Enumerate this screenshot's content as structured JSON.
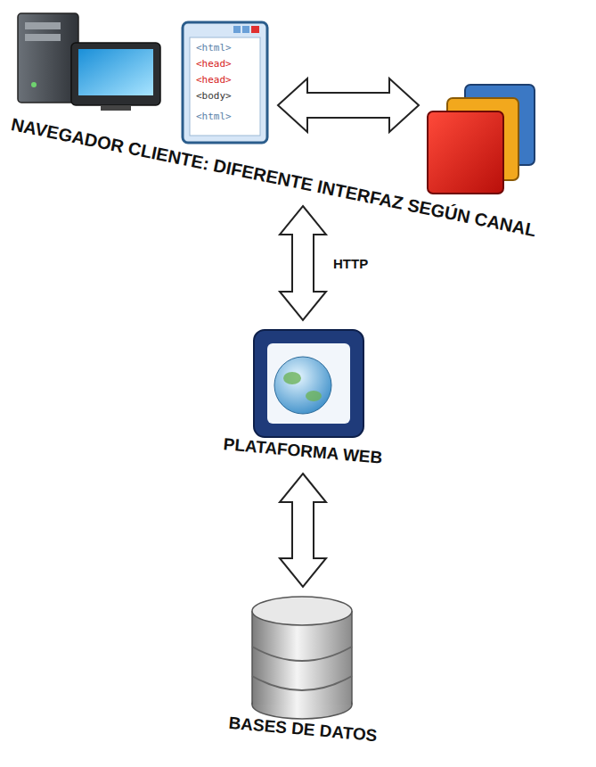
{
  "diagram": {
    "nodes": [
      {
        "text": [
          "NAVEGADOR CLIENTE: DIFERENTE INTERFAZ SEGÚN CANAL"
        ]
      },
      {
        "text": [
          "PLATAFORMA WEB"
        ]
      },
      {
        "text": [
          "BASES DE DATOS"
        ]
      }
    ],
    "edges": [
      {
        "from": 0,
        "to": 1,
        "arrow": "both",
        "label": "HTTP"
      },
      {
        "from": 1,
        "to": 2,
        "arrow": "both"
      }
    ],
    "labels": [
      "<html>",
      "<head>",
      "<head>",
      "<body>",
      "<html>"
    ]
  }
}
